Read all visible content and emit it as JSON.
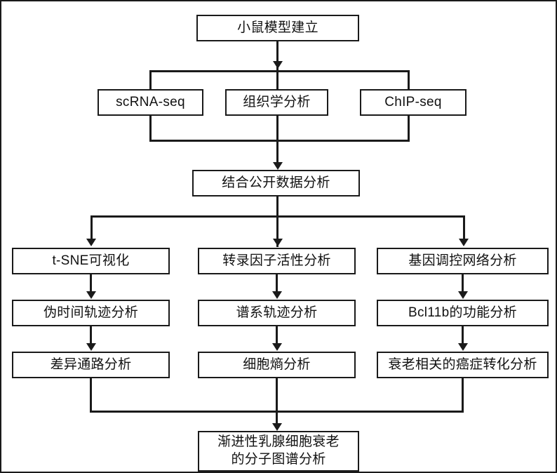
{
  "diagram": {
    "title": "Mouse mammary senescence study workflow",
    "type": "flowchart",
    "orientation": "top-to-bottom",
    "colors": {
      "stroke": "#1a1a1a",
      "fill": "#ffffff",
      "text": "#111111"
    },
    "nodes": {
      "start": {
        "label": "小鼠模型建立"
      },
      "assays": [
        {
          "id": "scrna",
          "label": "scRNA-seq"
        },
        {
          "id": "histology",
          "label": "组织学分析"
        },
        {
          "id": "chipseq",
          "label": "ChIP-seq"
        }
      ],
      "integration": {
        "label": "结合公开数据分析"
      },
      "columns": [
        {
          "id": "col-left",
          "steps": [
            {
              "label": "t-SNE可视化"
            },
            {
              "label": "伪时间轨迹分析"
            },
            {
              "label": "差异通路分析"
            }
          ]
        },
        {
          "id": "col-middle",
          "steps": [
            {
              "label": "转录因子活性分析"
            },
            {
              "label": "谱系轨迹分析"
            },
            {
              "label": "细胞熵分析"
            }
          ]
        },
        {
          "id": "col-right",
          "steps": [
            {
              "label": "基因调控网络分析"
            },
            {
              "label": "Bcl11b的功能分析"
            },
            {
              "label": "衰老相关的癌症转化分析"
            }
          ]
        }
      ],
      "conclusion": {
        "line1": "渐进性乳腺细胞衰老",
        "line2": "的分子图谱分析"
      }
    }
  }
}
